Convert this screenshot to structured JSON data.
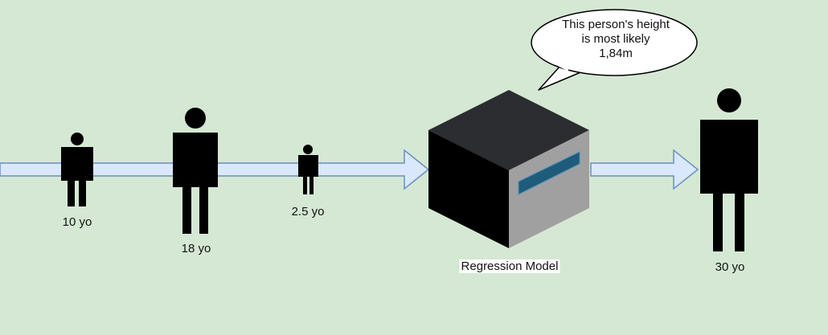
{
  "colors": {
    "background": "#d5e8d4",
    "arrow_fill": "#dae8fc",
    "arrow_stroke": "#6c8ebf",
    "figure": "#000000",
    "model_top": "#2b2d30",
    "model_side": "#a0a0a0",
    "model_screen": "#1f5b7a"
  },
  "icons": {
    "person": "person-icon",
    "model": "cube-icon",
    "bubble": "speech-bubble"
  },
  "inputs": [
    {
      "label": "10 yo"
    },
    {
      "label": "18 yo"
    },
    {
      "label": "2.5 yo"
    }
  ],
  "model": {
    "label": "Regression Model"
  },
  "output": {
    "label": "30 yo"
  },
  "bubble": {
    "lines": [
      "This person's height",
      "is most likely",
      "1,84m"
    ]
  }
}
